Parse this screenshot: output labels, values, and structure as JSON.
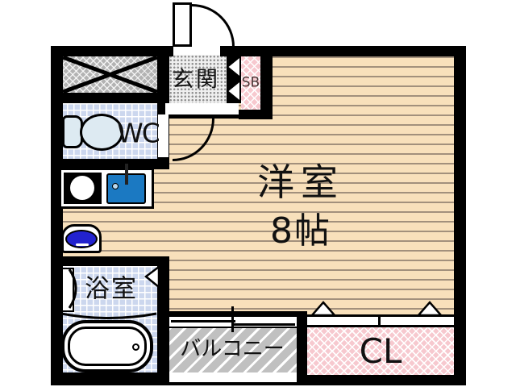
{
  "plan": {
    "type": "apartment-floor-plan",
    "rooms": {
      "entrance": {
        "label": "玄関"
      },
      "shoe_box": {
        "label": "SB"
      },
      "toilet": {
        "label": "WC"
      },
      "main_room": {
        "label": "洋室",
        "size": "8帖"
      },
      "bathroom": {
        "label": "浴室"
      },
      "balcony": {
        "label": "バルコニー"
      },
      "closet": {
        "label": "CL"
      }
    },
    "fixtures": [
      "entrance-door",
      "room-door",
      "toilet",
      "kitchen-stove",
      "kitchen-sink",
      "washbasin",
      "bathroom-door",
      "bathtub",
      "sliding-window",
      "closet-sliding-doors",
      "void-x-box"
    ]
  },
  "colors": {
    "wall": "#000000",
    "floor_bg": "#f8e0bb",
    "floor_line": "#a2907c",
    "tile_bg": "#ccd7ee",
    "pink": "#f7c9cf",
    "gray_hatch": "#c0c0c0",
    "xbox_gray": "#b3b3b3",
    "entrance_bg": "#efefef",
    "entrance_dot": "#8f8f8f",
    "sink_blue": "#1b79c2",
    "basin_blue": "#2222cf",
    "text": "#111111",
    "sb_text": "#4a3434"
  }
}
